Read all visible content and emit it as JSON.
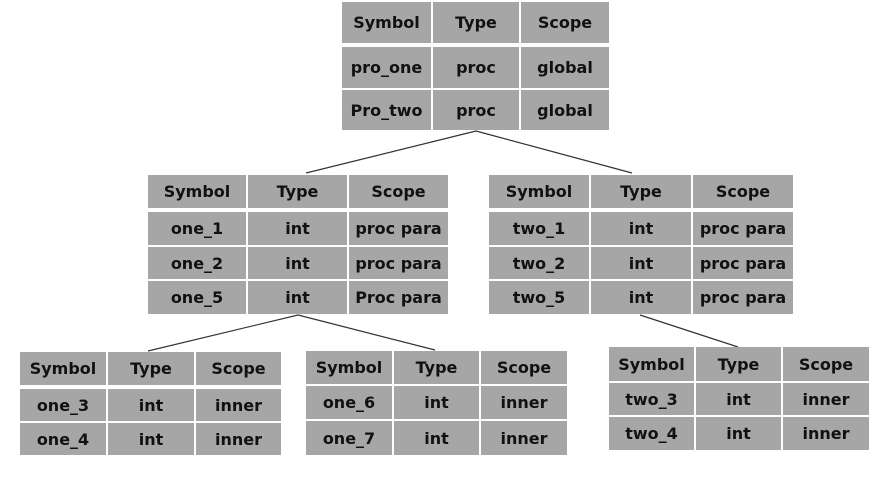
{
  "colors": {
    "cell": "#a6a6a6",
    "line": "#333333",
    "background": "#ffffff"
  },
  "tables": {
    "global": {
      "header": [
        "Symbol",
        "Type",
        "Scope"
      ],
      "rows": [
        [
          "pro_one",
          "proc",
          "global"
        ],
        [
          "Pro_two",
          "proc",
          "global"
        ]
      ]
    },
    "pro_one": {
      "header": [
        "Symbol",
        "Type",
        "Scope"
      ],
      "rows": [
        [
          "one_1",
          "int",
          "proc para"
        ],
        [
          "one_2",
          "int",
          "proc para"
        ],
        [
          "one_5",
          "int",
          "Proc para"
        ]
      ]
    },
    "pro_two": {
      "header": [
        "Symbol",
        "Type",
        "Scope"
      ],
      "rows": [
        [
          "two_1",
          "int",
          "proc para"
        ],
        [
          "two_2",
          "int",
          "proc para"
        ],
        [
          "two_5",
          "int",
          "proc para"
        ]
      ]
    },
    "inner_a": {
      "header": [
        "Symbol",
        "Type",
        "Scope"
      ],
      "rows": [
        [
          "one_3",
          "int",
          "inner"
        ],
        [
          "one_4",
          "int",
          "inner"
        ]
      ]
    },
    "inner_b": {
      "header": [
        "Symbol",
        "Type",
        "Scope"
      ],
      "rows": [
        [
          "one_6",
          "int",
          "inner"
        ],
        [
          "one_7",
          "int",
          "inner"
        ]
      ]
    },
    "inner_c": {
      "header": [
        "Symbol",
        "Type",
        "Scope"
      ],
      "rows": [
        [
          "two_3",
          "int",
          "inner"
        ],
        [
          "two_4",
          "int",
          "inner"
        ]
      ]
    }
  }
}
